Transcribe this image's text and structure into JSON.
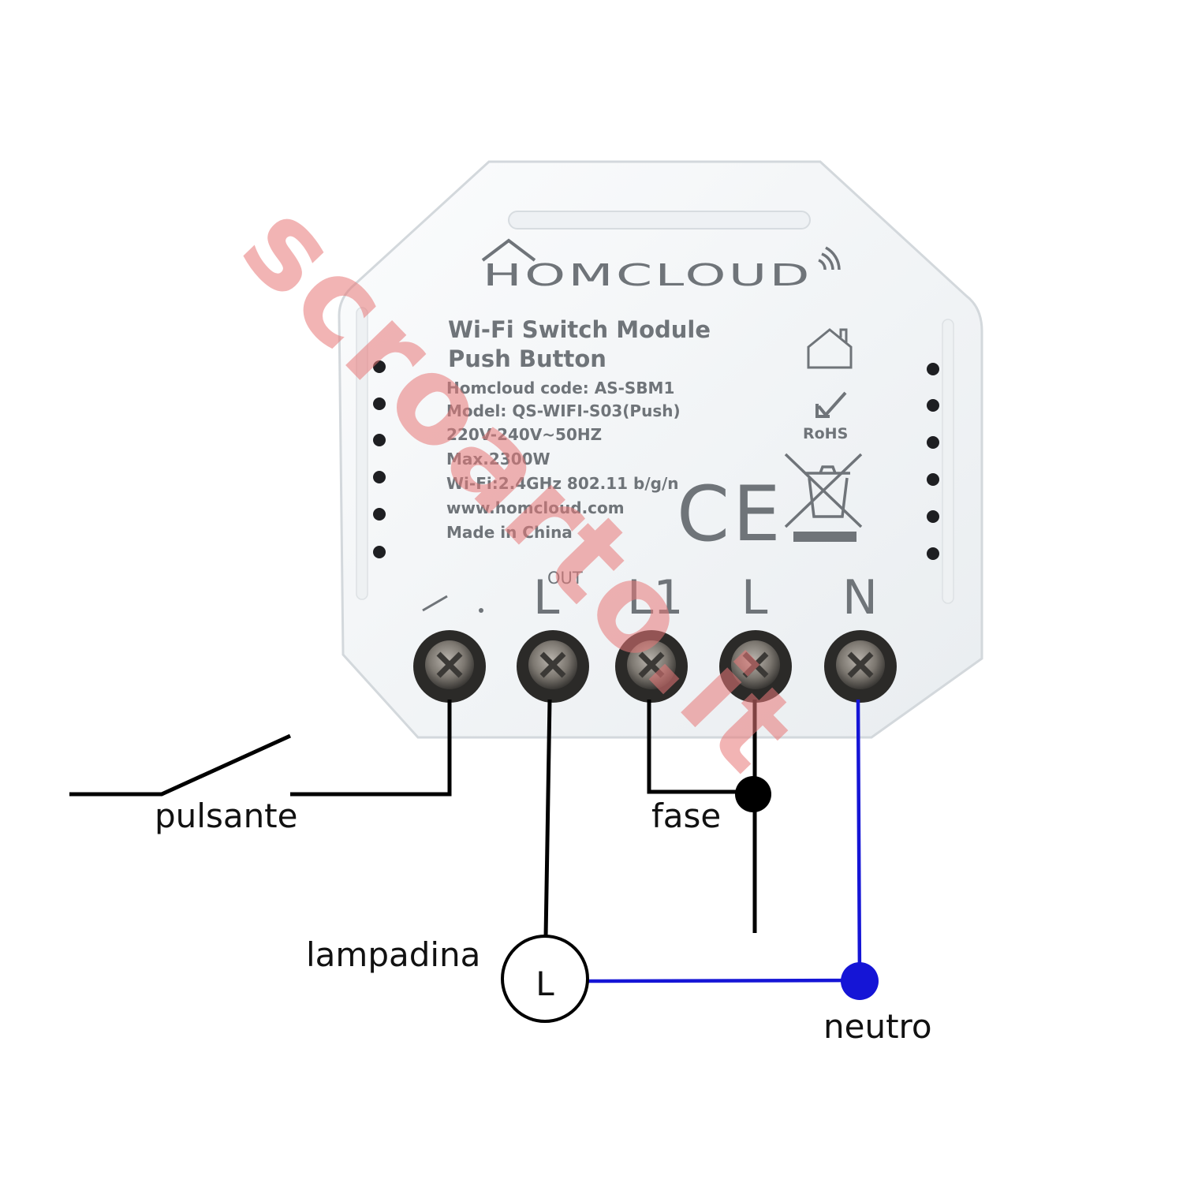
{
  "device": {
    "brand": "HOMCLOUD",
    "title_line1": "Wi-Fi Switch Module",
    "title_line2": "Push Button",
    "specs": [
      "Homcloud code: AS-SBM1",
      "Model: QS-WIFI-S03(Push)",
      "220V-240V~50HZ",
      "Max.2300W",
      "Wi-Fi:2.4GHz 802.11 b/g/n",
      "www.homcloud.com",
      "Made in China"
    ],
    "rohs": "RoHS",
    "ce": "CE",
    "terminals": {
      "out_sup": "OUT",
      "out": "L",
      "l1": "L1",
      "l": "L",
      "n": "N"
    }
  },
  "labels": {
    "pulsante": "pulsante",
    "fase": "fase",
    "lampadina": "lampadina",
    "lamp_symbol": "L",
    "neutro": "neutro"
  },
  "watermark": "scroarto.it",
  "colors": {
    "wire": "#000000",
    "neutral_wire": "#1515d6",
    "watermark": "#e87878"
  }
}
